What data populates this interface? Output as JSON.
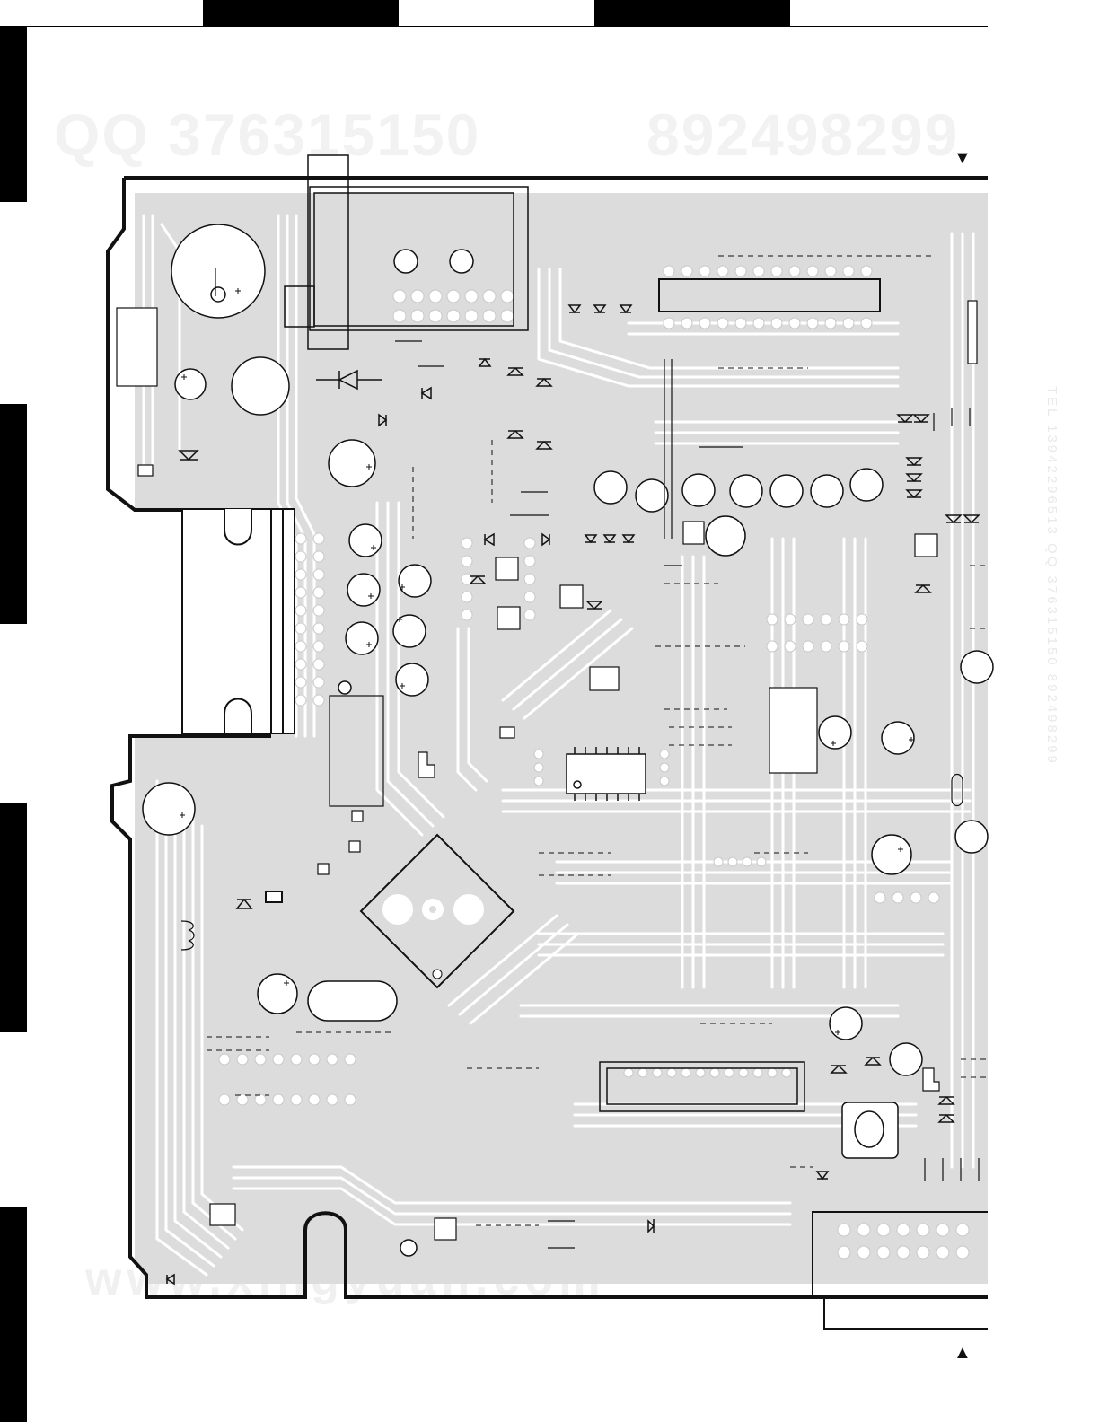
{
  "watermarks": {
    "qq_label": "QQ 376315150",
    "qq_number": "892498299",
    "website": "www.xingyuan.com",
    "side_text": "TEL 13942296513  QQ 376315150  892498299"
  },
  "markers": {
    "top_arrow": "▼",
    "bottom_arrow": "▲"
  },
  "colors": {
    "copper": "#d9d9d9",
    "board_outline": "#111111",
    "strip_black": "#000000"
  }
}
